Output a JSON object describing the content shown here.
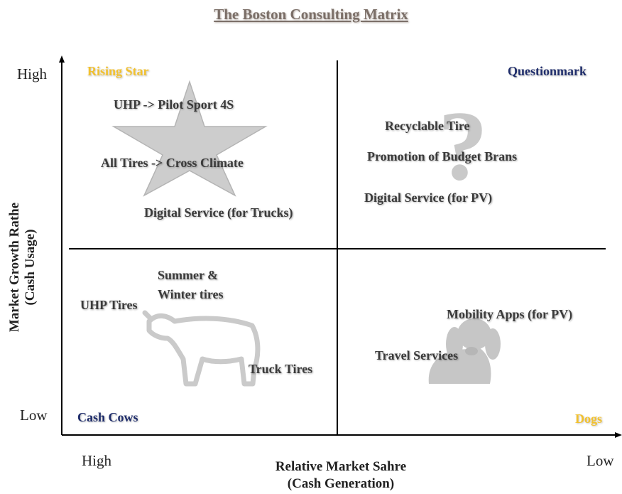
{
  "title": "The Boston Consulting Matrix",
  "y_axis": {
    "high": "High",
    "low": "Low",
    "label_line1": "Market Growth Rathe",
    "label_line2": "(Cash Usage)"
  },
  "x_axis": {
    "high": "High",
    "low": "Low",
    "label_line1": "Relative Market Sahre",
    "label_line2": "(Cash Generation)"
  },
  "quadrants": {
    "rising_star": {
      "title": "Rising Star",
      "color": "#f2c12e",
      "items": [
        "UHP -> Pilot Sport 4S",
        "All Tires ->  Cross Climate",
        "Digital Service (for Trucks)"
      ]
    },
    "questionmark": {
      "title": "Questionmark",
      "color": "#1f2d6b",
      "items": [
        "Recyclable Tire",
        "Promotion of Budget Brans",
        "Digital Service (for PV)"
      ]
    },
    "cash_cows": {
      "title": "Cash Cows",
      "color": "#1f2d6b",
      "items": [
        "UHP  Tires",
        "Summer &",
        "Winter tires",
        "Truck  Tires"
      ]
    },
    "dogs": {
      "title": "Dogs",
      "color": "#f2c12e",
      "items": [
        "Mobility Apps (for PV)",
        "Travel Services"
      ]
    }
  },
  "icons": [
    "star-icon",
    "question-mark-icon",
    "cow-icon",
    "dog-icon"
  ]
}
